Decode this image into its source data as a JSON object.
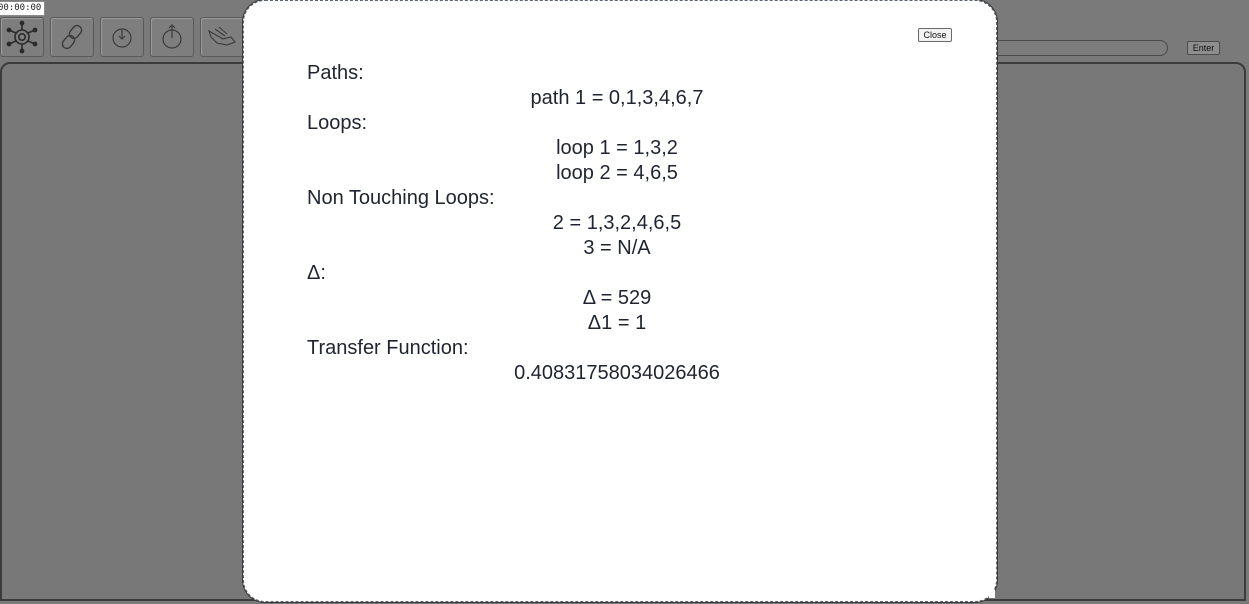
{
  "timer": "00:00:00",
  "toolbar": {
    "buttons": [
      {
        "name": "node-tool",
        "icon": "gear-node-icon"
      },
      {
        "name": "link-tool",
        "icon": "chain-link-icon"
      },
      {
        "name": "input-node-tool",
        "icon": "circle-arrow-down-icon"
      },
      {
        "name": "output-node-tool",
        "icon": "circle-arrow-up-icon"
      },
      {
        "name": "pan-tool",
        "icon": "hand-pointer-icon"
      }
    ]
  },
  "input": {
    "value": "",
    "placeholder": ""
  },
  "enter_label": "Enter",
  "modal": {
    "close_label": "Close",
    "sections": {
      "paths": {
        "label": "Paths:",
        "values": [
          "path 1 = 0,1,3,4,6,7"
        ]
      },
      "loops": {
        "label": "Loops:",
        "values": [
          "loop 1 = 1,3,2",
          "loop 2 = 4,6,5"
        ]
      },
      "non_touching": {
        "label": "Non Touching Loops:",
        "values": [
          "2 = 1,3,2,4,6,5",
          "3 = N/A"
        ]
      },
      "delta": {
        "label": "Δ:",
        "values": [
          "Δ = 529",
          "Δ1 = 1"
        ]
      },
      "transfer": {
        "label": "Transfer Function:",
        "values": [
          "0.40831758034026466"
        ]
      }
    }
  },
  "colors": {
    "background": "#7a7a7a",
    "modal_bg": "#ffffff",
    "text": "#1f2430"
  }
}
